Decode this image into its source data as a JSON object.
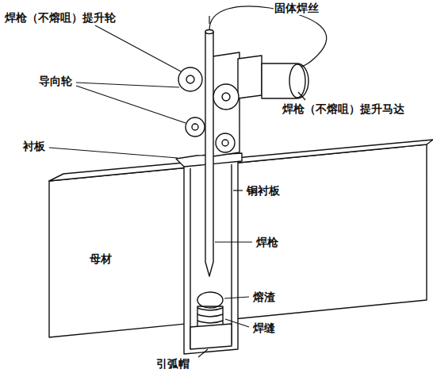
{
  "diagram": {
    "labels": [
      "焊枪（不熔咀）提升轮",
      "固体焊丝",
      "导向轮",
      "焊枪（不熔咀）提升马达",
      "衬板",
      "铜衬板",
      "母材",
      "焊枪",
      "熔渣",
      "焊缝",
      "引弧帽"
    ]
  }
}
